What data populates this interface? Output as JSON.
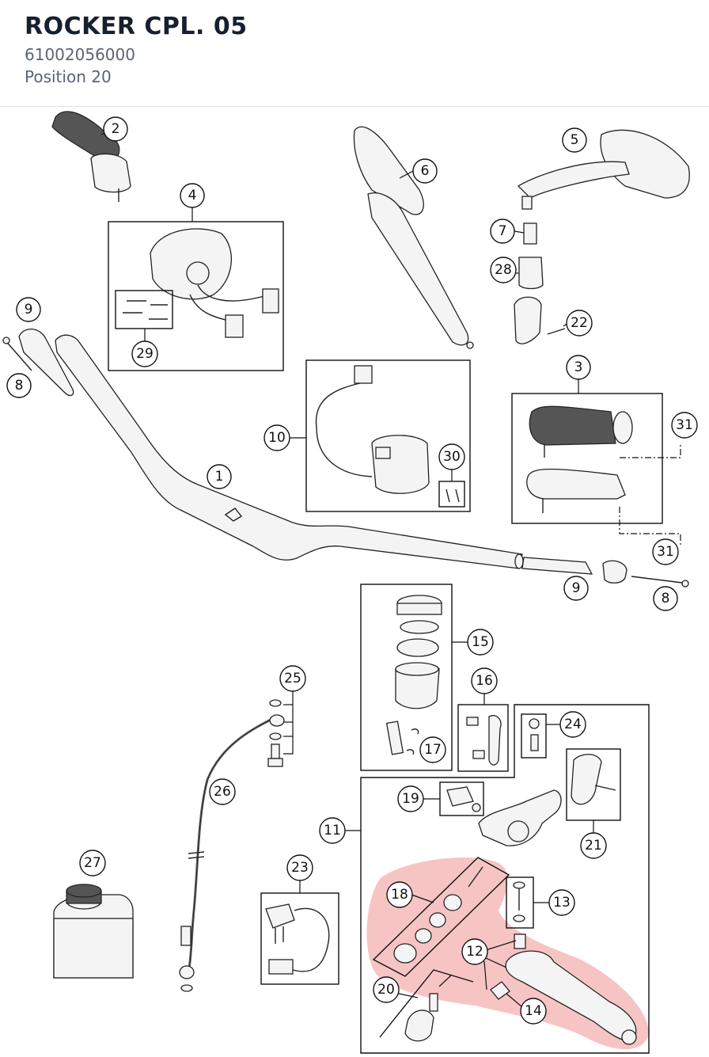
{
  "header": {
    "title": "ROCKER CPL. 05",
    "part_number": "61002056000",
    "position": "Position 20"
  },
  "callouts": {
    "c1": "1",
    "c2": "2",
    "c3": "3",
    "c4": "4",
    "c5": "5",
    "c6": "6",
    "c7": "7",
    "c8a": "8",
    "c8b": "8",
    "c9a": "9",
    "c9b": "9",
    "c10": "10",
    "c11": "11",
    "c12": "12",
    "c13": "13",
    "c14": "14",
    "c15": "15",
    "c16": "16",
    "c17": "17",
    "c18": "18",
    "c19": "19",
    "c20": "20",
    "c21": "21",
    "c22": "22",
    "c23": "23",
    "c24": "24",
    "c25": "25",
    "c26": "26",
    "c27": "27",
    "c28": "28",
    "c29": "29",
    "c30": "30",
    "c31a": "31",
    "c31b": "31"
  },
  "highlight": {
    "color": "#e64646",
    "opacity": 0.32
  }
}
